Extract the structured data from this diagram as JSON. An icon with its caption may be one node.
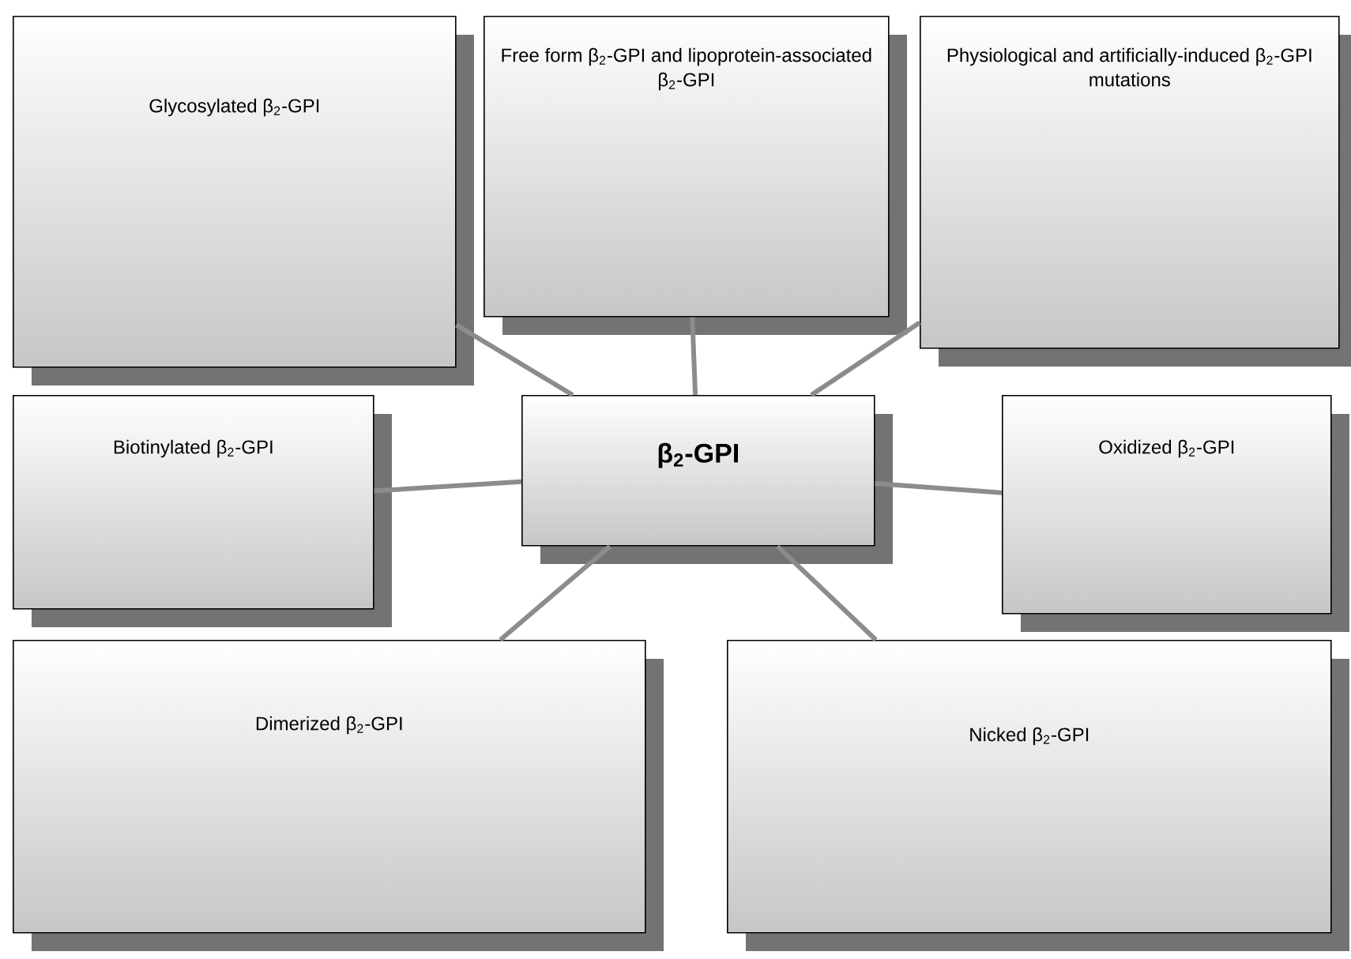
{
  "diagram": {
    "nodes": [
      {
        "text": [
          "Glycosylated β$_{2}$-GPI"
        ]
      },
      {
        "text": [
          "Free form β$_{2}$-GPI and lipoprotein-associated β$_{2}$-GPI"
        ]
      },
      {
        "text": [
          "Physiological and artificially-induced β$_{2}$-GPI mutations"
        ]
      },
      {
        "text": [
          "Biotinylated β$_{2}$-GPI"
        ]
      },
      {
        "text": [
          "β$_{2}$-GPI"
        ]
      },
      {
        "text": [
          "Oxidized β$_{2}$-GPI"
        ]
      },
      {
        "text": [
          "Dimerized β$_{2}$-GPI"
        ]
      },
      {
        "text": [
          "Nicked β$_{2}$-GPI"
        ]
      }
    ],
    "edges": [
      {
        "from": 4,
        "to": 0,
        "arrow": "none"
      },
      {
        "from": 4,
        "to": 1,
        "arrow": "none"
      },
      {
        "from": 4,
        "to": 2,
        "arrow": "none"
      },
      {
        "from": 4,
        "to": 3,
        "arrow": "none"
      },
      {
        "from": 4,
        "to": 5,
        "arrow": "none"
      },
      {
        "from": 4,
        "to": 6,
        "arrow": "none"
      },
      {
        "from": 4,
        "to": 7,
        "arrow": "none"
      }
    ]
  }
}
